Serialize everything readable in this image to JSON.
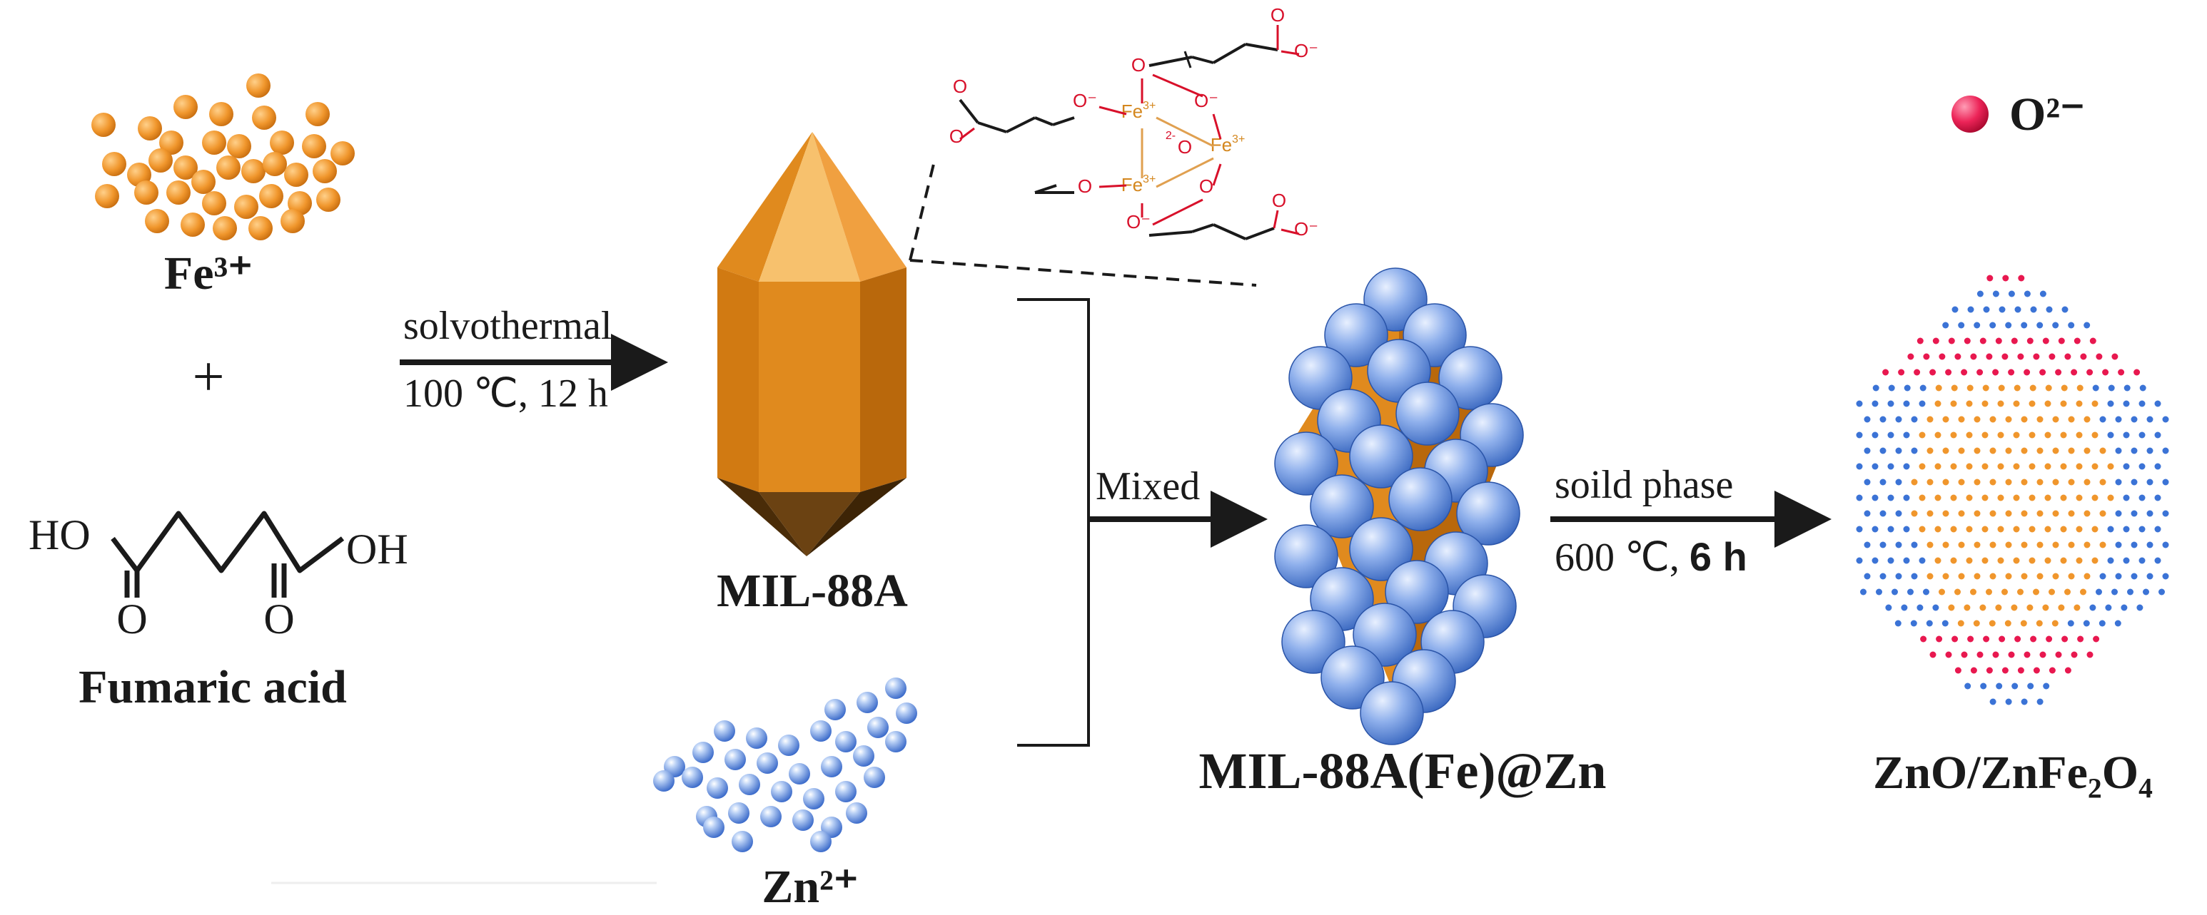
{
  "colors": {
    "fe_ion": "#f0962c",
    "zn_ion": "#3b73d6",
    "zn_ion_light": "#c9dcf7",
    "oxide_ion": "#e8184f",
    "crystal_main": "#e08a1e",
    "crystal_light": "#f7c16d",
    "crystal_dark": "#6b4212",
    "ink": "#1a1a1a",
    "bond_red": "#d8102a",
    "fe_text": "#d4871e"
  },
  "labels": {
    "fe_ion": "Fe³⁺",
    "plus": "+",
    "fumaric": "Fumaric acid",
    "mil88a": "MIL-88A",
    "zn_ion": "Zn²⁺",
    "composite": "MIL-88A(Fe)@Zn",
    "product": "ZnO/ZnFe₂O₄",
    "oxide_legend": "O²⁻"
  },
  "structure_labels": {
    "ho": "HO",
    "oh": "OH",
    "o_left": "O",
    "o_mid": "O"
  },
  "steps": {
    "step1_top": "solvothermal",
    "step1_bottom": "100 ℃, 12 h",
    "step2": "Mixed",
    "step3_top": "soild phase",
    "step3_bottom_a": "600 ℃, ",
    "step3_bottom_b": "6 h"
  },
  "cluster_labels": {
    "fe": "Fe",
    "fe_charge": "3+",
    "o": "O",
    "o_minus": "O⁻",
    "center_o": "O",
    "center_charge": "2-"
  }
}
